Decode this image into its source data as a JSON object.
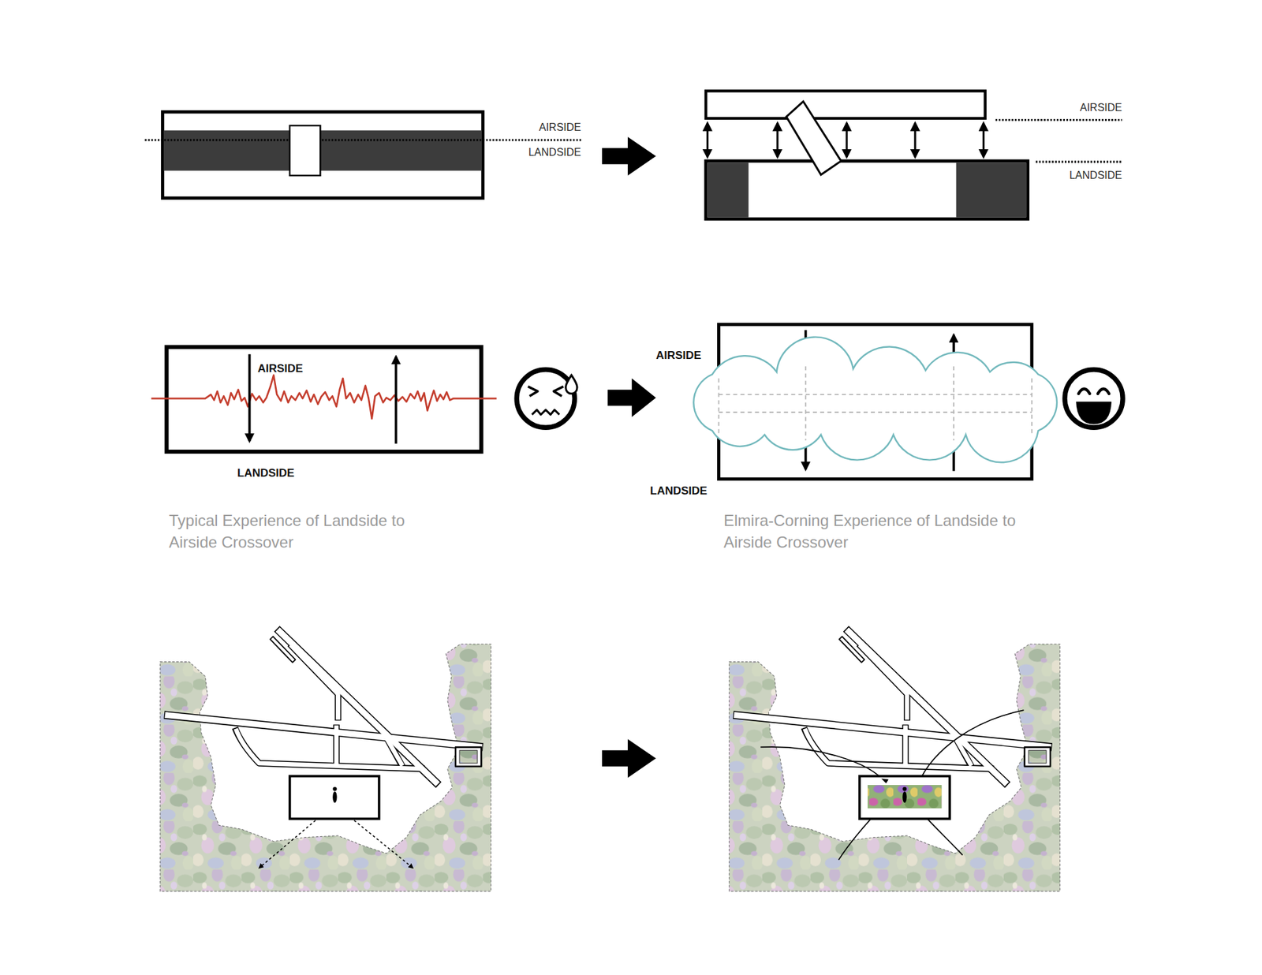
{
  "diagram": {
    "labels": [
      "AIRSIDE",
      "LANDSIDE",
      "AIRSIDE",
      "LANDSIDE",
      "AIRSIDE",
      "LANDSIDE",
      "AIRSIDE",
      "LANDSIDE",
      "Typical Experience of Landside to Airside Crossover",
      "Elmira-Corning Experience of Landside to Airside Crossover"
    ]
  }
}
